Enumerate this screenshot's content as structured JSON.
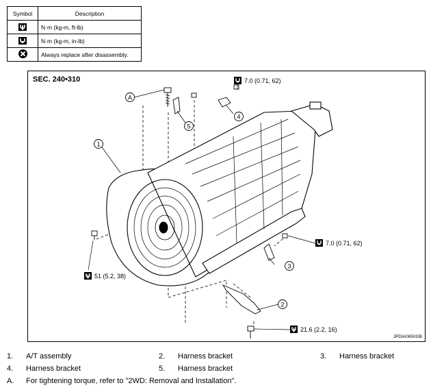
{
  "legend": {
    "header_symbol": "Symbol",
    "header_description": "Description",
    "rows": [
      {
        "icon": "torque-wrench-icon",
        "text": "N·m (kg-m, ft-lb)"
      },
      {
        "icon": "torque-wrench-in-lb-icon",
        "text": "N·m (kg-m, in-lb)"
      },
      {
        "icon": "always-replace-icon",
        "text": "Always replace after disassembly."
      }
    ]
  },
  "diagram": {
    "section": "SEC. 240•310",
    "figure_code": "JPDIA0650GB",
    "callouts": [
      "A",
      "1",
      "2",
      "3",
      "4",
      "5"
    ],
    "torques": {
      "top": "7.0 (0.71, 62)",
      "right": "7.0 (0.71, 62)",
      "left": "51 (5.2, 38)",
      "bottom": "21.6 (2.2, 16)"
    }
  },
  "parts": [
    {
      "num": "1.",
      "name": "A/T assembly"
    },
    {
      "num": "2.",
      "name": "Harness bracket"
    },
    {
      "num": "3.",
      "name": "Harness bracket"
    },
    {
      "num": "4.",
      "name": "Harness bracket"
    },
    {
      "num": "5.",
      "name": "Harness bracket"
    }
  ],
  "note": {
    "letter": "A.",
    "text": "For tightening torque, refer to \"2WD: Removal and Installation\"."
  }
}
